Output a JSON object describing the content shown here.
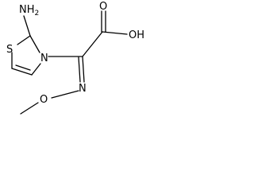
{
  "structure": {
    "atoms": {
      "amine": "NH",
      "amine_subscript": "2",
      "sulfur": "S",
      "ring_nitrogen": "N",
      "hydroxyl": "OH",
      "carbonyl_oxygen": "O",
      "oxime_nitrogen": "N",
      "ether_oxygen": "O"
    }
  }
}
